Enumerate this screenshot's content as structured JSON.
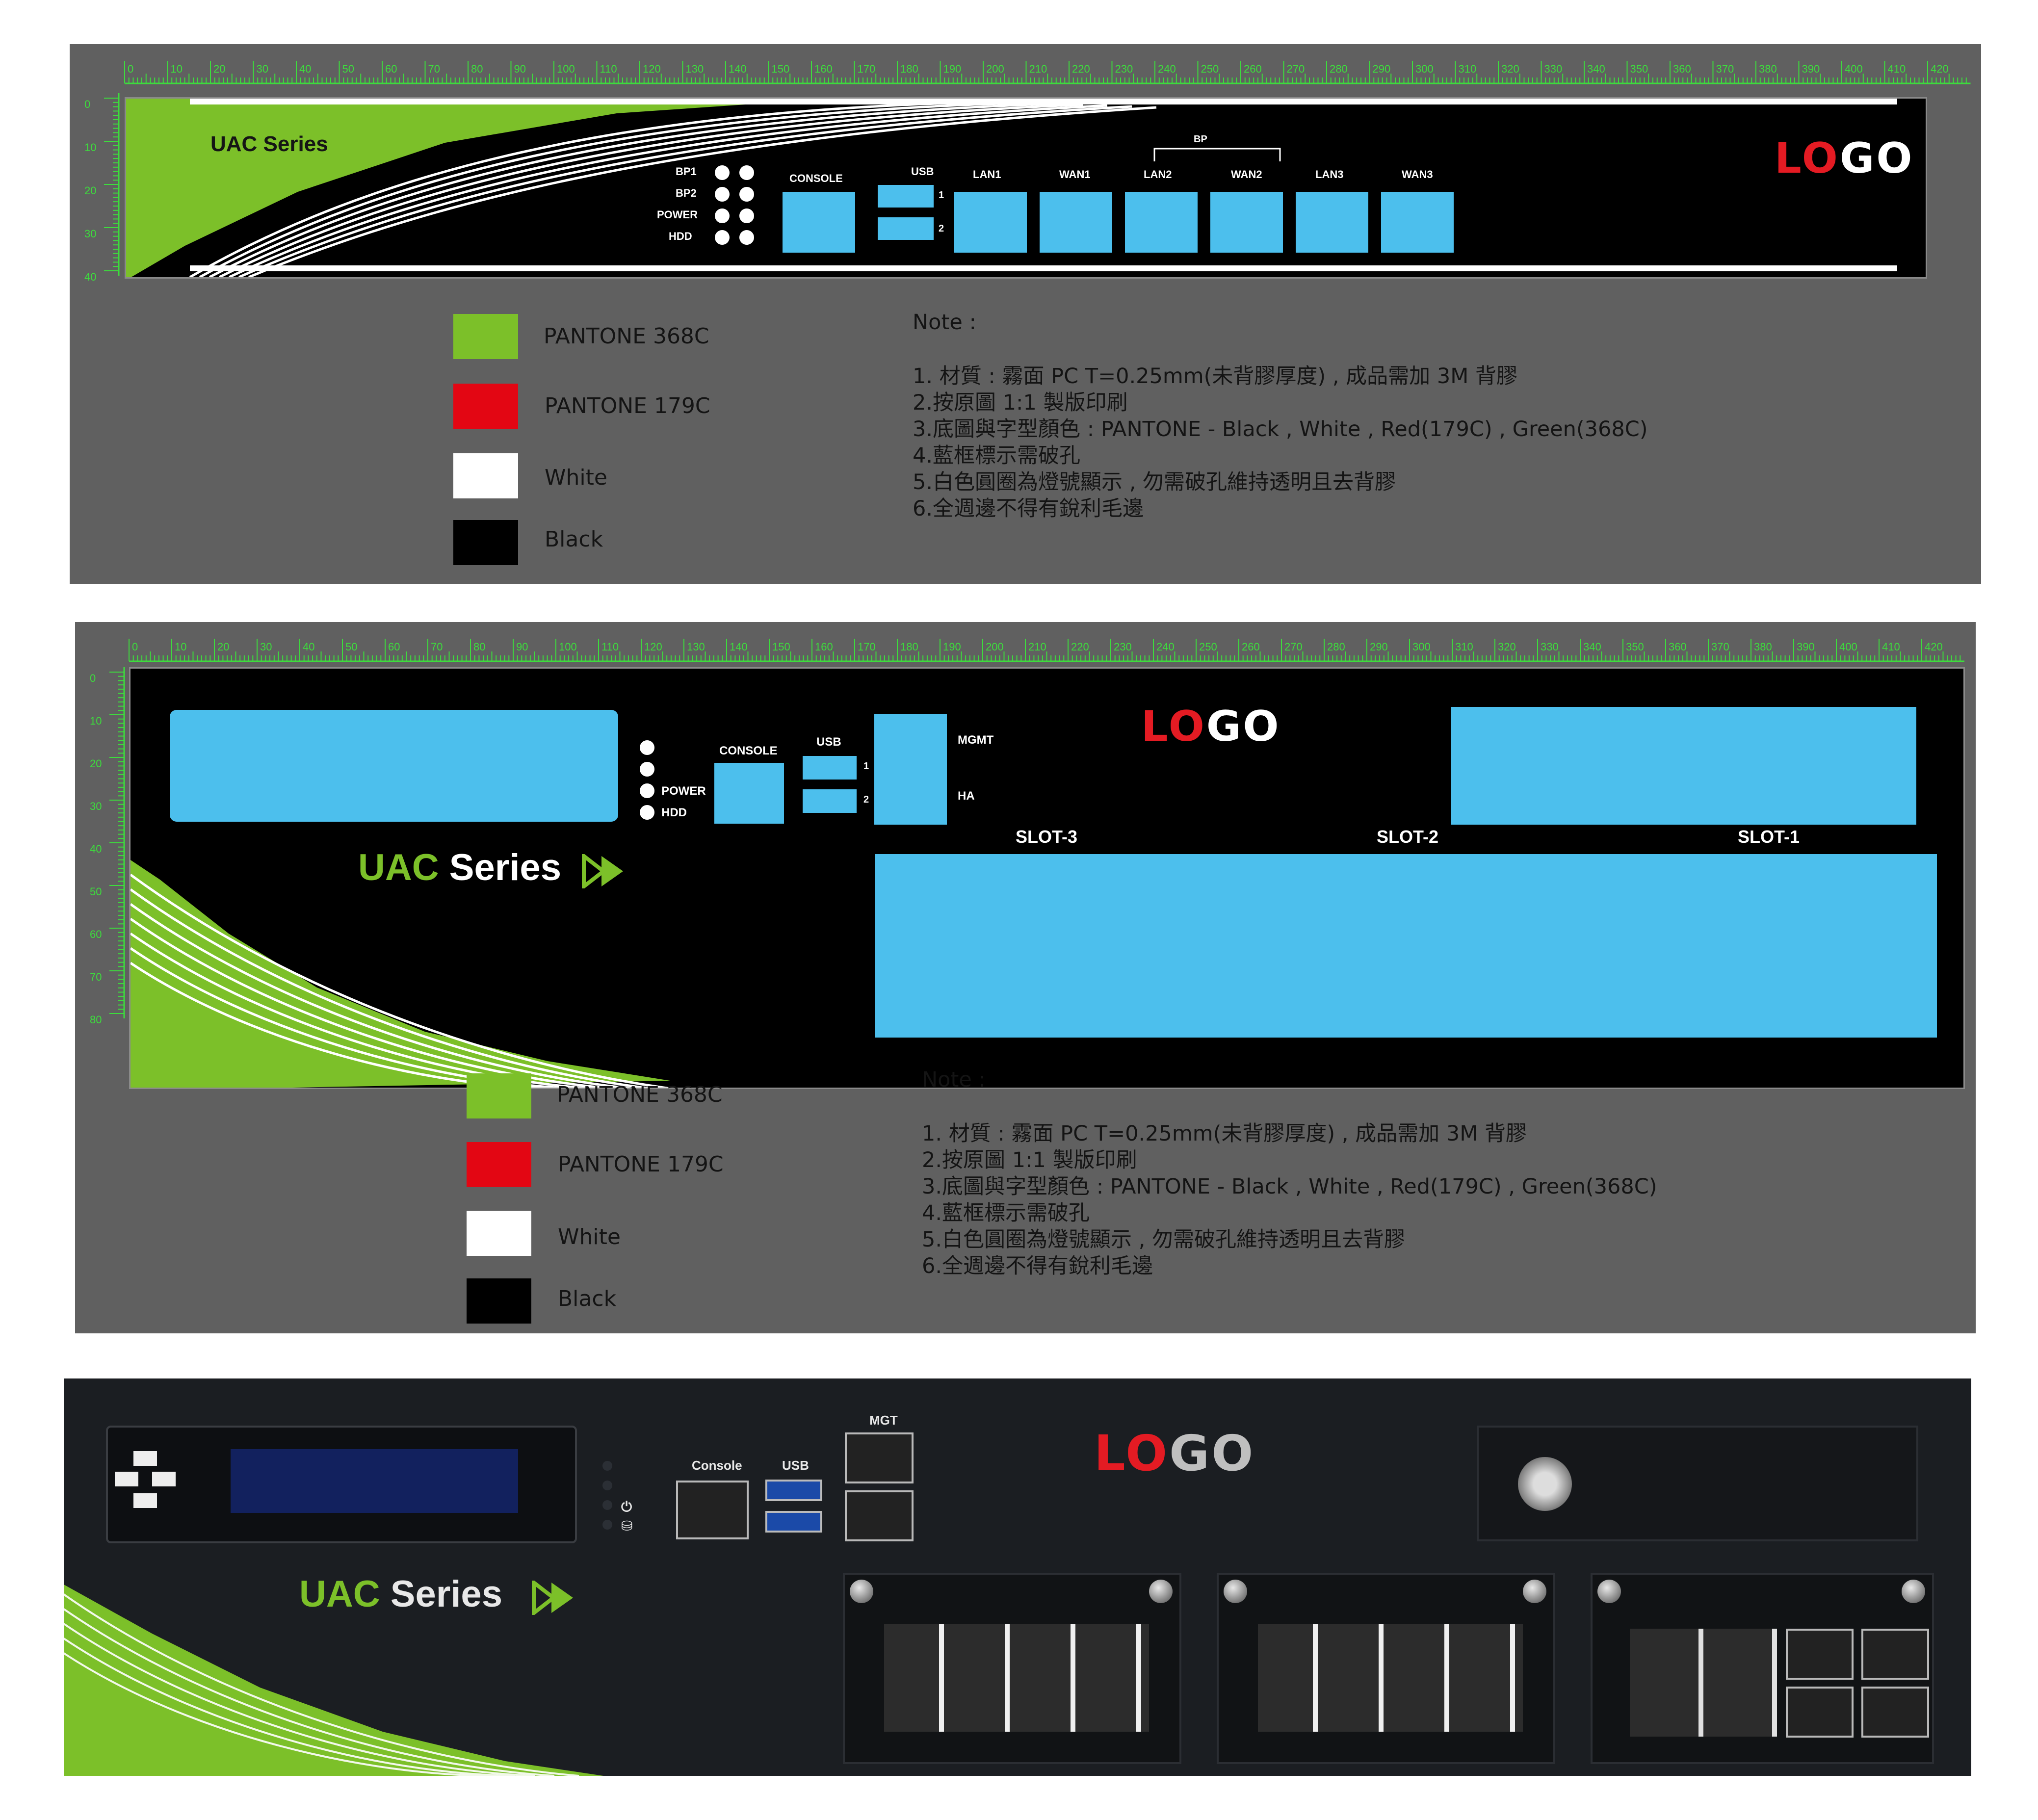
{
  "ruler": {
    "h_labels": [
      "0",
      "10",
      "20",
      "30",
      "40",
      "50",
      "60",
      "70",
      "80",
      "90",
      "100",
      "110",
      "120",
      "130",
      "140",
      "150",
      "160",
      "170",
      "180",
      "190",
      "200",
      "210",
      "220",
      "230",
      "240",
      "250",
      "260",
      "270",
      "280",
      "290",
      "300",
      "310",
      "320",
      "330",
      "340",
      "350",
      "360",
      "370",
      "380",
      "390",
      "400",
      "410",
      "420"
    ],
    "v_labels_panel1": [
      "0",
      "10",
      "20",
      "30",
      "40"
    ],
    "v_labels_panel2": [
      "0",
      "10",
      "20",
      "30",
      "40",
      "50",
      "60",
      "70",
      "80"
    ]
  },
  "panel1": {
    "series": "UAC Series",
    "leds": [
      "BP1",
      "BP2",
      "POWER",
      "HDD"
    ],
    "console": "CONSOLE",
    "usb": "USB",
    "usb_ports": [
      "1",
      "2"
    ],
    "bp": "BP",
    "ports": [
      "LAN1",
      "WAN1",
      "LAN2",
      "WAN2",
      "LAN3",
      "WAN3"
    ],
    "logo_red": "LO",
    "logo_white": "GO"
  },
  "panel2": {
    "series_green": "UAC",
    "series_white": "Series",
    "leds": [
      "POWER",
      "HDD"
    ],
    "console": "CONSOLE",
    "usb": "USB",
    "usb_ports": [
      "1",
      "2"
    ],
    "mgmt": "MGMT",
    "ha": "HA",
    "logo_red": "LO",
    "logo_white": "GO",
    "slots": [
      "SLOT-3",
      "SLOT-2",
      "SLOT-1"
    ]
  },
  "legend": [
    {
      "name": "PANTONE 368C",
      "color": "#7cc029"
    },
    {
      "name": "PANTONE 179C",
      "color": "#e30613"
    },
    {
      "name": "White",
      "color": "#ffffff"
    },
    {
      "name": "Black",
      "color": "#000000"
    }
  ],
  "notes": {
    "title": "Note :",
    "items": [
      "1. 材質 : 霧面 PC T=0.25mm(未背膠厚度) , 成品需加 3M 背膠",
      "2.按原圖 1:1 製版印刷",
      "3.底圖與字型顏色 : PANTONE - Black , White , Red(179C) , Green(368C)",
      "4.藍框標示需破孔",
      "5.白色圓圈為燈號顯示 , 勿需破孔維持透明且去背膠",
      "6.全週邊不得有銳利毛邊"
    ]
  },
  "photo": {
    "series_green": "UAC",
    "series_white": "Series",
    "logo_red": "LO",
    "logo_white": "GO",
    "console": "Console",
    "usb": "USB",
    "mgt": "MGT"
  },
  "colors": {
    "hole": "#4cbfed",
    "green": "#7cc029",
    "red": "#e41b23",
    "sheet": "#606060"
  }
}
